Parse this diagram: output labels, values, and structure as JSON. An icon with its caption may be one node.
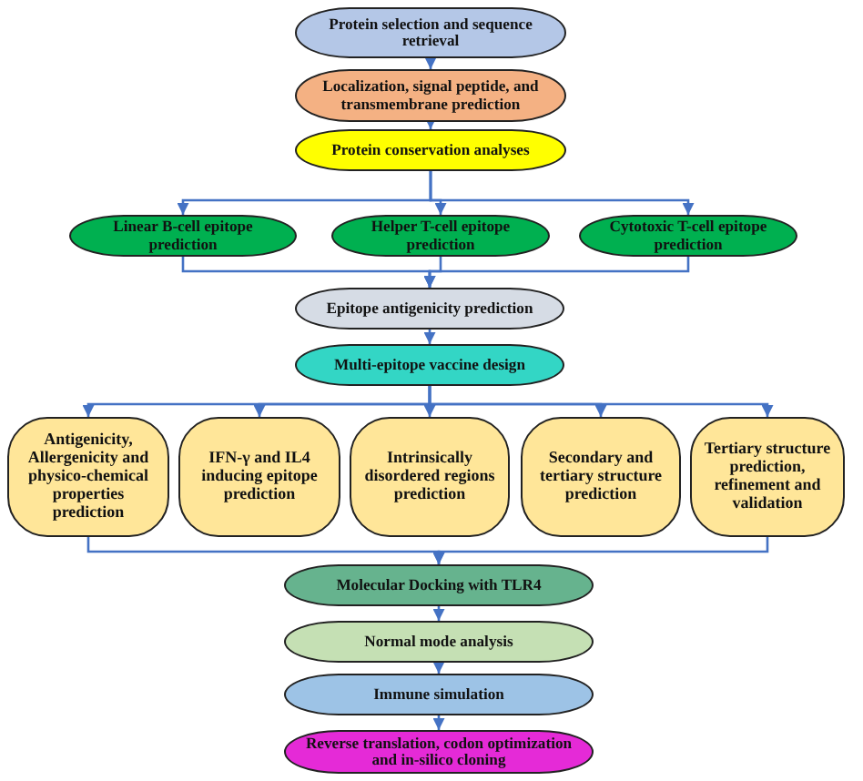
{
  "diagram": {
    "nodes": [
      {
        "text": [
          "Protein selection and sequence retrieval"
        ]
      },
      {
        "text": [
          "Localization, signal peptide, and transmembrane prediction"
        ]
      },
      {
        "text": [
          "Protein conservation analyses"
        ]
      },
      {
        "text": [
          "Linear B-cell epitope prediction"
        ]
      },
      {
        "text": [
          "Helper T-cell epitope prediction"
        ]
      },
      {
        "text": [
          "Cytotoxic T-cell epitope prediction"
        ]
      },
      {
        "text": [
          "Epitope antigenicity prediction"
        ]
      },
      {
        "text": [
          "Multi-epitope vaccine design"
        ]
      },
      {
        "text": [
          "Antigenicity, Allergenicity and physico-chemical properties prediction"
        ]
      },
      {
        "text": [
          "IFN-γ and IL4 inducing epitope prediction"
        ]
      },
      {
        "text": [
          "Intrinsically disordered regions prediction"
        ]
      },
      {
        "text": [
          "Secondary and tertiary structure prediction"
        ]
      },
      {
        "text": [
          "Tertiary structure prediction, refinement and validation"
        ]
      },
      {
        "text": [
          "Molecular Docking with TLR4"
        ]
      },
      {
        "text": [
          "Normal mode analysis"
        ]
      },
      {
        "text": [
          "Immune simulation"
        ]
      },
      {
        "text": [
          "Reverse translation, codon optimization and in-silico cloning"
        ]
      }
    ],
    "edges": [
      {
        "from": 0,
        "to": 1,
        "arrow": "to"
      },
      {
        "from": 1,
        "to": 2,
        "arrow": "to"
      },
      {
        "from": 2,
        "to": 3,
        "arrow": "to"
      },
      {
        "from": 2,
        "to": 4,
        "arrow": "to"
      },
      {
        "from": 2,
        "to": 5,
        "arrow": "to"
      },
      {
        "from": 3,
        "to": 6,
        "arrow": "to"
      },
      {
        "from": 4,
        "to": 6,
        "arrow": "to"
      },
      {
        "from": 5,
        "to": 6,
        "arrow": "to"
      },
      {
        "from": 6,
        "to": 7,
        "arrow": "to"
      },
      {
        "from": 7,
        "to": 8,
        "arrow": "to"
      },
      {
        "from": 7,
        "to": 9,
        "arrow": "to"
      },
      {
        "from": 7,
        "to": 10,
        "arrow": "to"
      },
      {
        "from": 7,
        "to": 11,
        "arrow": "to"
      },
      {
        "from": 7,
        "to": 12,
        "arrow": "to"
      },
      {
        "from": 8,
        "to": 13,
        "arrow": "to"
      },
      {
        "from": 12,
        "to": 13,
        "arrow": "to"
      },
      {
        "from": 13,
        "to": 14,
        "arrow": "to"
      },
      {
        "from": 14,
        "to": 15,
        "arrow": "to"
      },
      {
        "from": 15,
        "to": 16,
        "arrow": "to"
      }
    ]
  }
}
